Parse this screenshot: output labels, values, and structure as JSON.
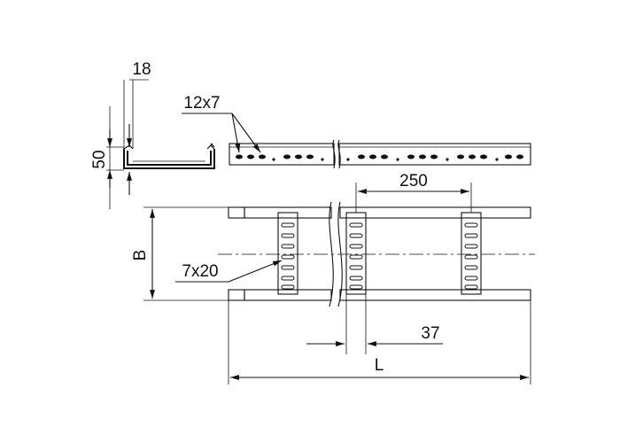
{
  "drawing": {
    "labels": {
      "flange_width": "18",
      "height": "50",
      "hole_size": "12x7",
      "rung_spacing": "250",
      "width": "B",
      "slot_size": "7x20",
      "rung_width": "37",
      "length": "L"
    },
    "colors": {
      "line": "#111111",
      "background": "#ffffff"
    }
  }
}
